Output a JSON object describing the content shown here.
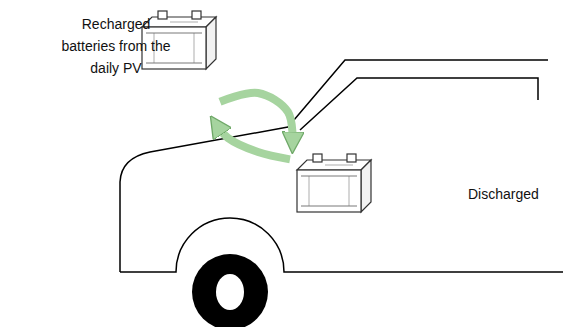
{
  "diagram": {
    "nodes": [
      {
        "text": [
          "Recharged batteries from the daily PV"
        ]
      },
      {
        "text": [
          "Discharged"
        ]
      }
    ],
    "edges": [
      {
        "from": 0,
        "to": 1,
        "arrow": "to"
      },
      {
        "from": 1,
        "to": 0,
        "arrow": "to"
      }
    ]
  }
}
